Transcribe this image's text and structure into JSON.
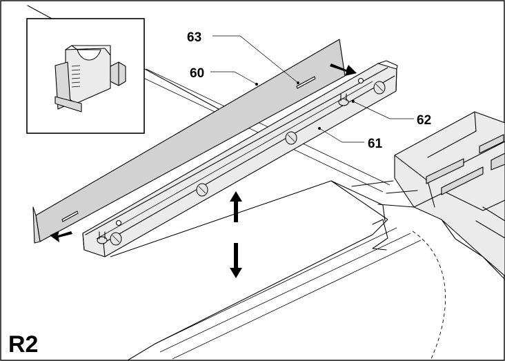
{
  "figure": {
    "label": "R2",
    "callouts": [
      {
        "id": "60",
        "text": "60"
      },
      {
        "id": "61",
        "text": "61"
      },
      {
        "id": "62",
        "text": "62"
      },
      {
        "id": "63",
        "text": "63"
      }
    ]
  }
}
